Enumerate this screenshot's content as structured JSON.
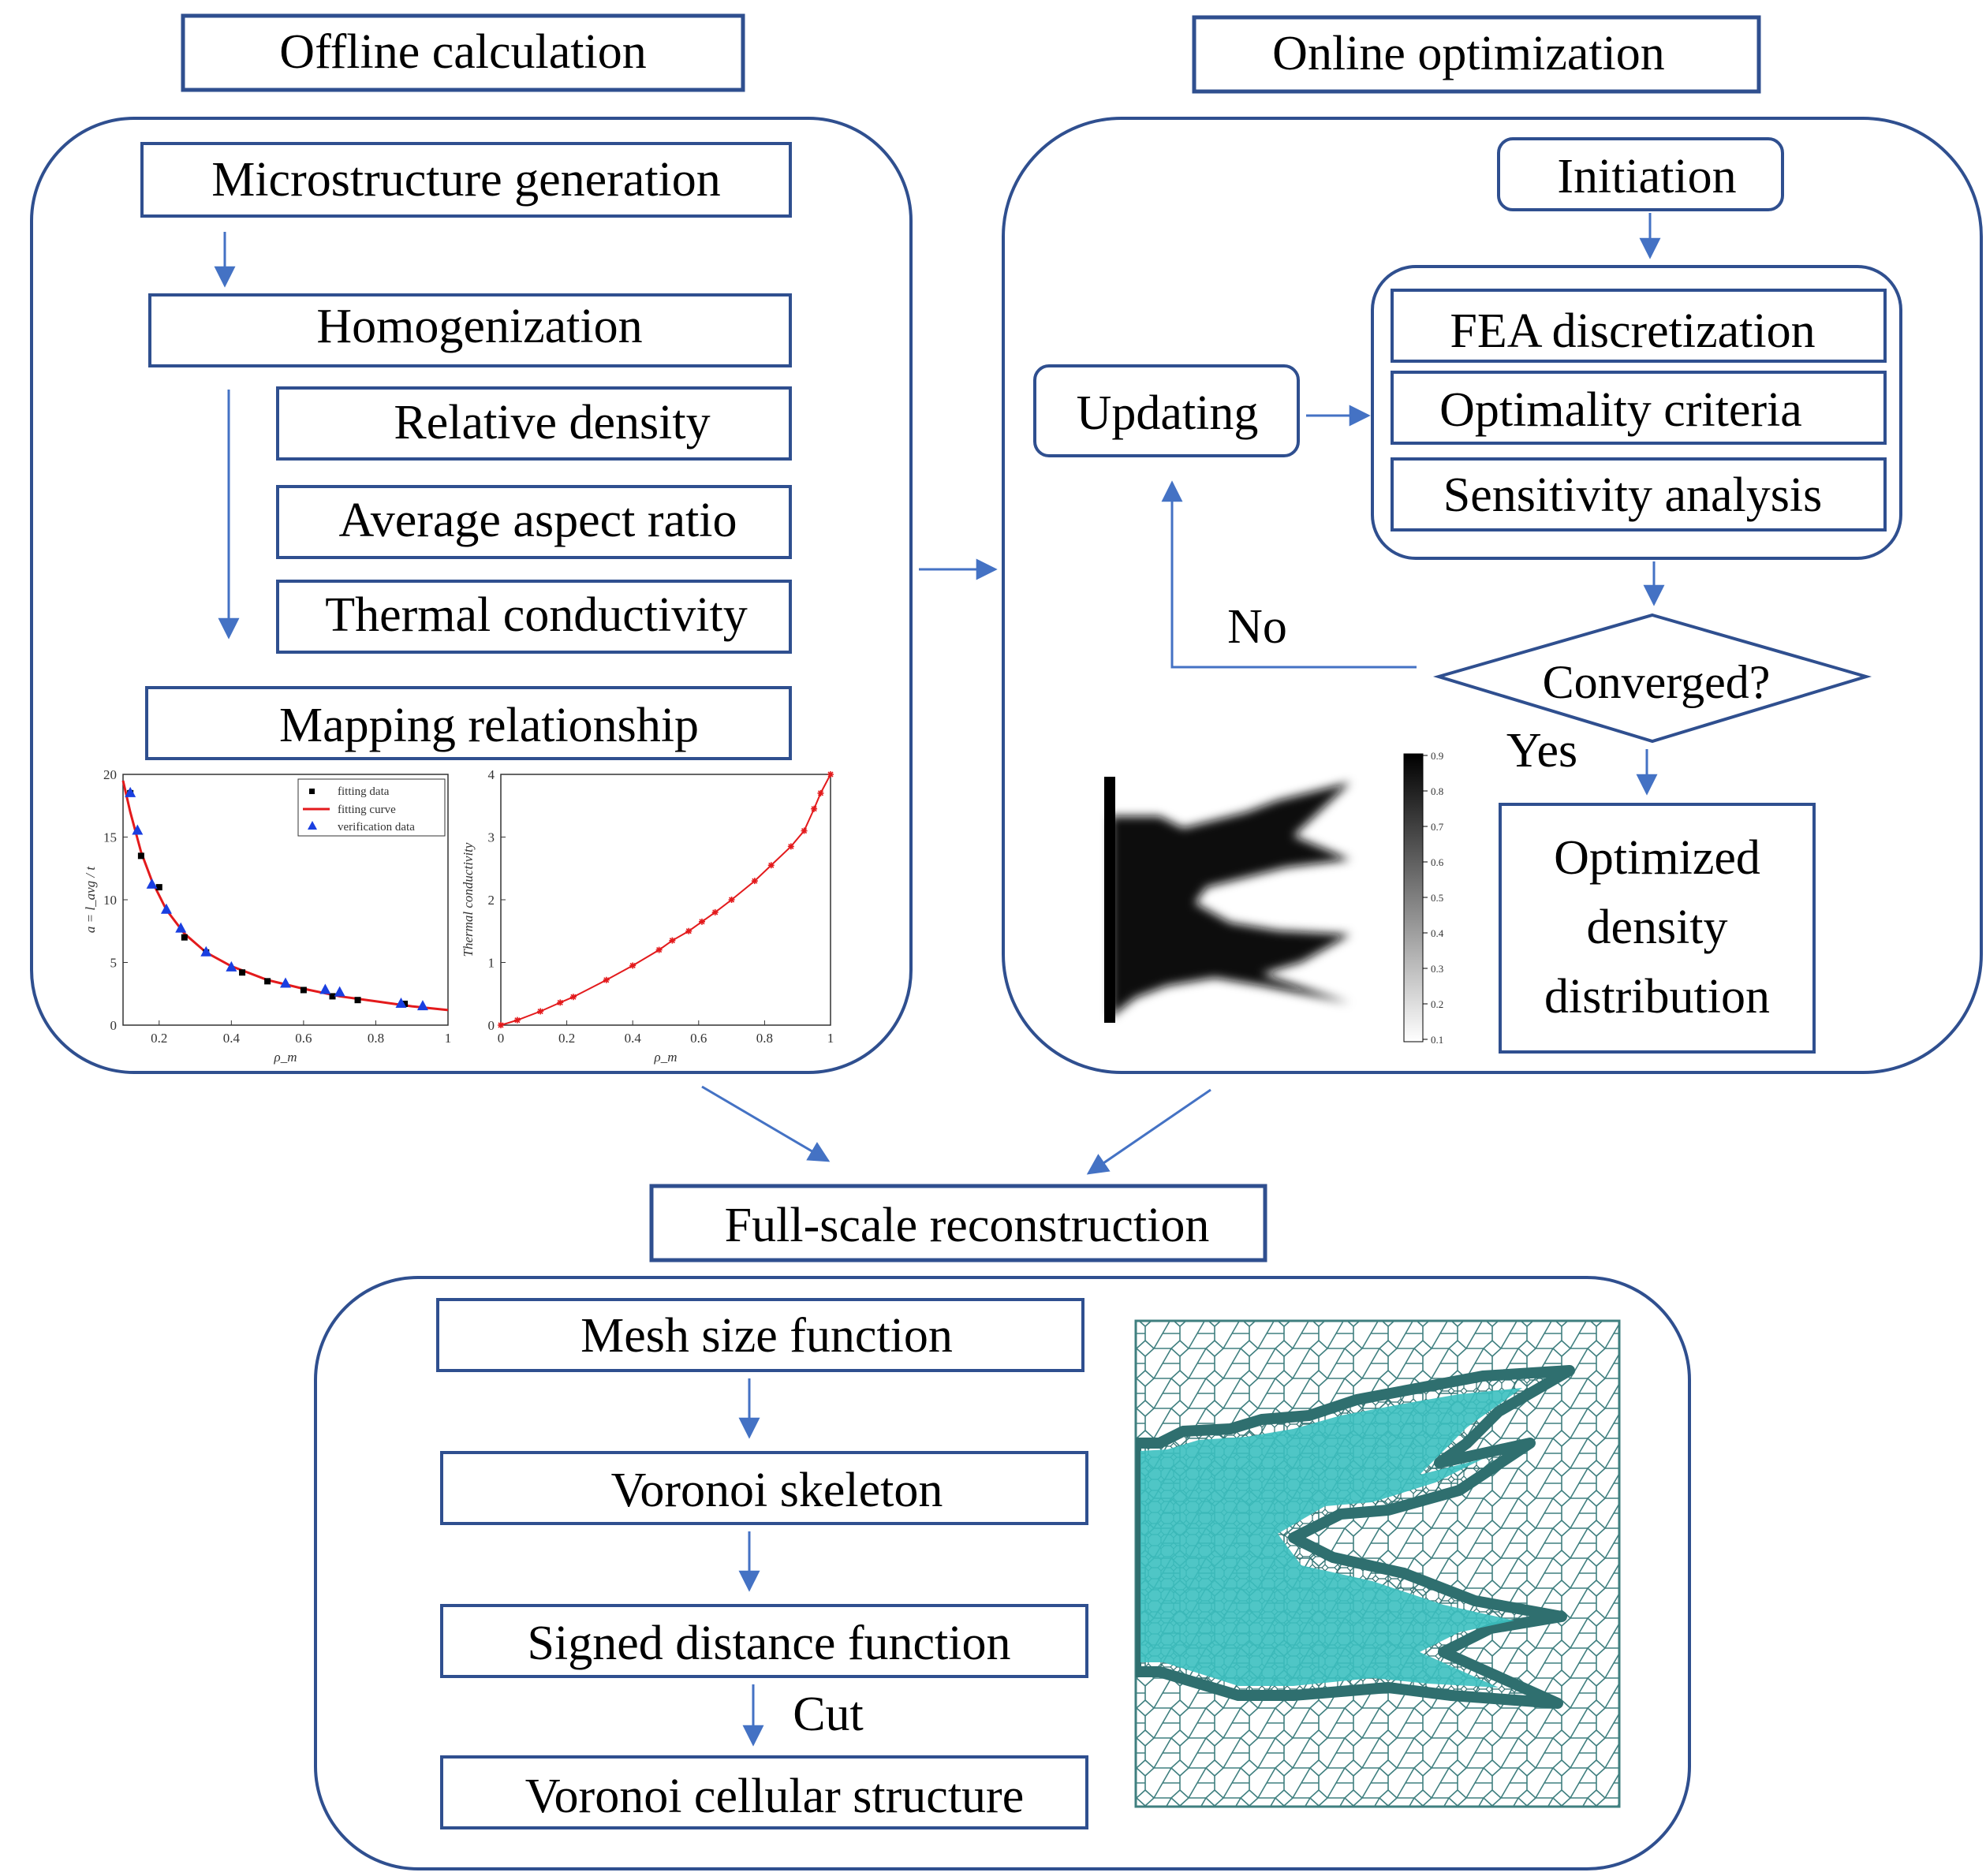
{
  "titles": {
    "offline": "Offline calculation",
    "online": "Online optimization",
    "fullscale": "Full-scale reconstruction"
  },
  "offline": {
    "microstructure": "Microstructure generation",
    "homogenization": "Homogenization",
    "relative_density": "Relative density",
    "aspect_ratio": "Average aspect ratio",
    "thermal_conductivity": "Thermal conductivity",
    "mapping": "Mapping relationship"
  },
  "online": {
    "initiation": "Initiation",
    "fea": "FEA discretization",
    "optimality": "Optimality criteria",
    "sensitivity": "Sensitivity analysis",
    "updating": "Updating",
    "converged": "Converged?",
    "no": "No",
    "yes": "Yes",
    "result_line1": "Optimized",
    "result_line2": "density",
    "result_line3": "distribution",
    "colorbar_ticks": [
      "0.9",
      "0.8",
      "0.7",
      "0.6",
      "0.5",
      "0.4",
      "0.3",
      "0.2",
      "0.1"
    ]
  },
  "fullscale": {
    "mesh_size": "Mesh size function",
    "voronoi_skeleton": "Voronoi skeleton",
    "signed_distance": "Signed distance function",
    "cut": "Cut",
    "voronoi_cellular": "Voronoi cellular structure"
  },
  "colors": {
    "frame": "#2f4f8f",
    "arrow": "#4472c4",
    "fit_curve": "#e31a1c",
    "verification": "#1a3fe0",
    "teal": "#3cc0c0"
  },
  "chart_data": [
    {
      "type": "scatter",
      "ylabel": "a = l_avg / t",
      "xlabel": "ρ_m",
      "xlim": [
        0.1,
        1
      ],
      "ylim": [
        0,
        20
      ],
      "xticks": [
        "0.2",
        "0.4",
        "0.6",
        "0.8",
        "1"
      ],
      "yticks": [
        "0",
        "5",
        "10",
        "15",
        "20"
      ],
      "legend": [
        "fitting data",
        "fitting curve",
        "verification data"
      ],
      "legend_position": "top-right",
      "series": [
        {
          "name": "fitting data",
          "x": [
            0.12,
            0.15,
            0.2,
            0.27,
            0.33,
            0.43,
            0.5,
            0.6,
            0.68,
            0.75,
            0.88
          ],
          "y": [
            18.5,
            13.5,
            11.0,
            7.0,
            5.8,
            4.2,
            3.5,
            2.8,
            2.3,
            2.0,
            1.7
          ]
        },
        {
          "name": "fitting curve",
          "x": [
            0.1,
            0.12,
            0.15,
            0.18,
            0.22,
            0.27,
            0.33,
            0.4,
            0.5,
            0.6,
            0.7,
            0.8,
            0.9,
            1.0
          ],
          "y": [
            19.5,
            17.0,
            13.8,
            11.5,
            9.2,
            7.3,
            5.8,
            4.7,
            3.6,
            2.9,
            2.3,
            1.9,
            1.5,
            1.2
          ]
        },
        {
          "name": "verification data",
          "x": [
            0.12,
            0.14,
            0.18,
            0.22,
            0.26,
            0.33,
            0.4,
            0.55,
            0.66,
            0.7,
            0.87,
            0.93
          ],
          "y": [
            18.5,
            15.5,
            11.2,
            9.2,
            7.7,
            5.8,
            4.6,
            3.3,
            2.8,
            2.6,
            1.7,
            1.5
          ]
        }
      ]
    },
    {
      "type": "line",
      "ylabel": "Thermal conductivity",
      "xlabel": "ρ_m",
      "xlim": [
        0,
        1
      ],
      "ylim": [
        0,
        4
      ],
      "xticks": [
        "0",
        "0.2",
        "0.4",
        "0.6",
        "0.8",
        "1"
      ],
      "yticks": [
        "0",
        "1",
        "2",
        "3",
        "4"
      ],
      "series": [
        {
          "x": [
            0,
            0.05,
            0.12,
            0.18,
            0.22,
            0.32,
            0.4,
            0.48,
            0.52,
            0.57,
            0.61,
            0.65,
            0.7,
            0.77,
            0.82,
            0.88,
            0.92,
            0.95,
            0.97,
            1.0
          ],
          "y": [
            0.0,
            0.08,
            0.22,
            0.36,
            0.45,
            0.72,
            0.95,
            1.2,
            1.35,
            1.5,
            1.65,
            1.8,
            2.0,
            2.3,
            2.55,
            2.85,
            3.1,
            3.45,
            3.7,
            4.0
          ]
        }
      ]
    }
  ]
}
